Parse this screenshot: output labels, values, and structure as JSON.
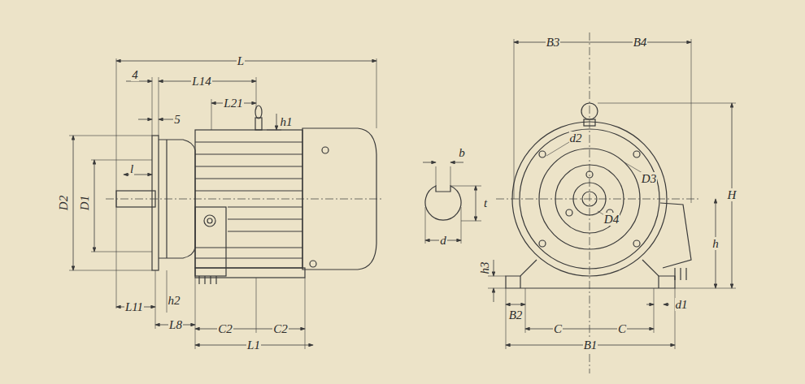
{
  "diagram": {
    "labels": [
      "L",
      "4",
      "L14",
      "5",
      "L21",
      "h1",
      "D2",
      "D1",
      "l",
      "b",
      "t",
      "d",
      "L11",
      "h2",
      "L8",
      "C2",
      "C2",
      "L1",
      "B3",
      "B4",
      "H",
      "h",
      "h3",
      "B2",
      "C",
      "C",
      "d1",
      "B1",
      "D3",
      "D4",
      "d2"
    ]
  }
}
